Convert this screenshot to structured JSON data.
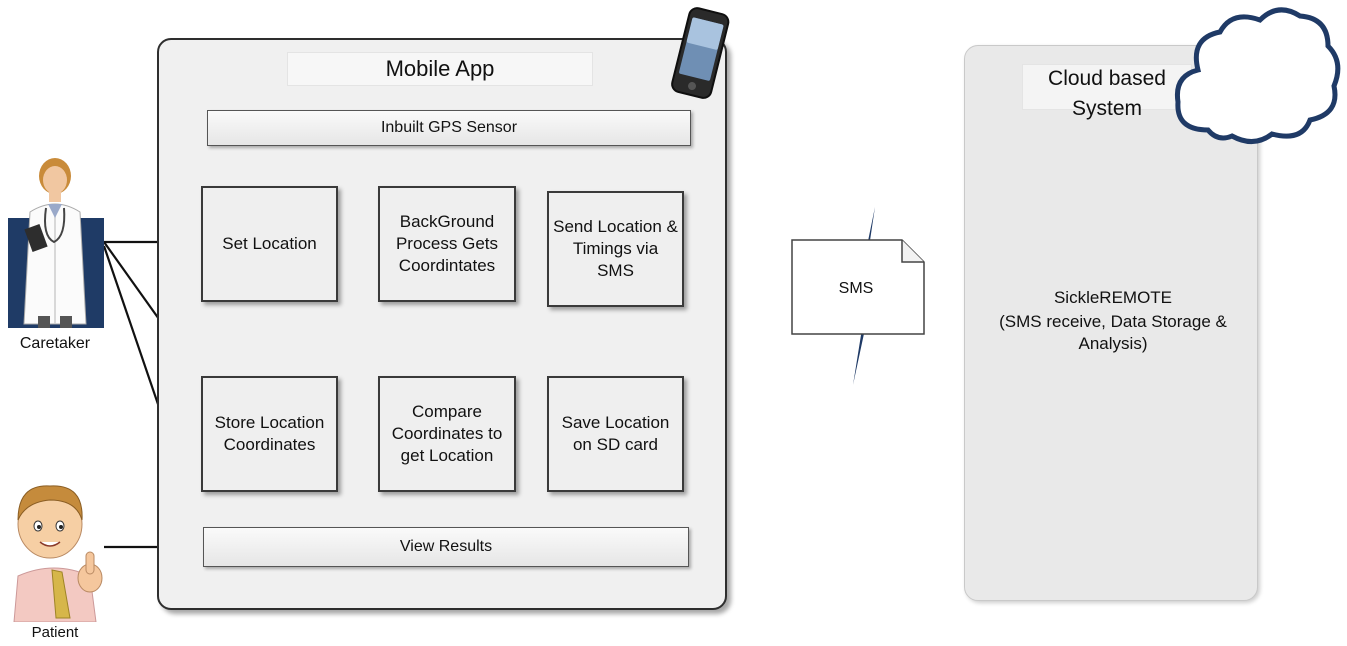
{
  "mobile_app": {
    "title": "Mobile App",
    "gps_sensor": "Inbuilt GPS Sensor",
    "set_location": "Set Location",
    "background_process": "BackGround Process Gets Coordintates",
    "send_location": "Send Location & Timings via SMS",
    "store_location": "Store Location Coordinates",
    "compare_coordinates": "Compare Coordinates to get Location",
    "save_location": "Save Location on SD card",
    "view_results": "View Results"
  },
  "actors": {
    "caretaker": "Caretaker",
    "patient": "Patient"
  },
  "sms": {
    "label": "SMS"
  },
  "cloud": {
    "title": "Cloud based System",
    "system_name": "SickleREMOTE",
    "system_description": "(SMS receive, Data Storage & Analysis)"
  }
}
